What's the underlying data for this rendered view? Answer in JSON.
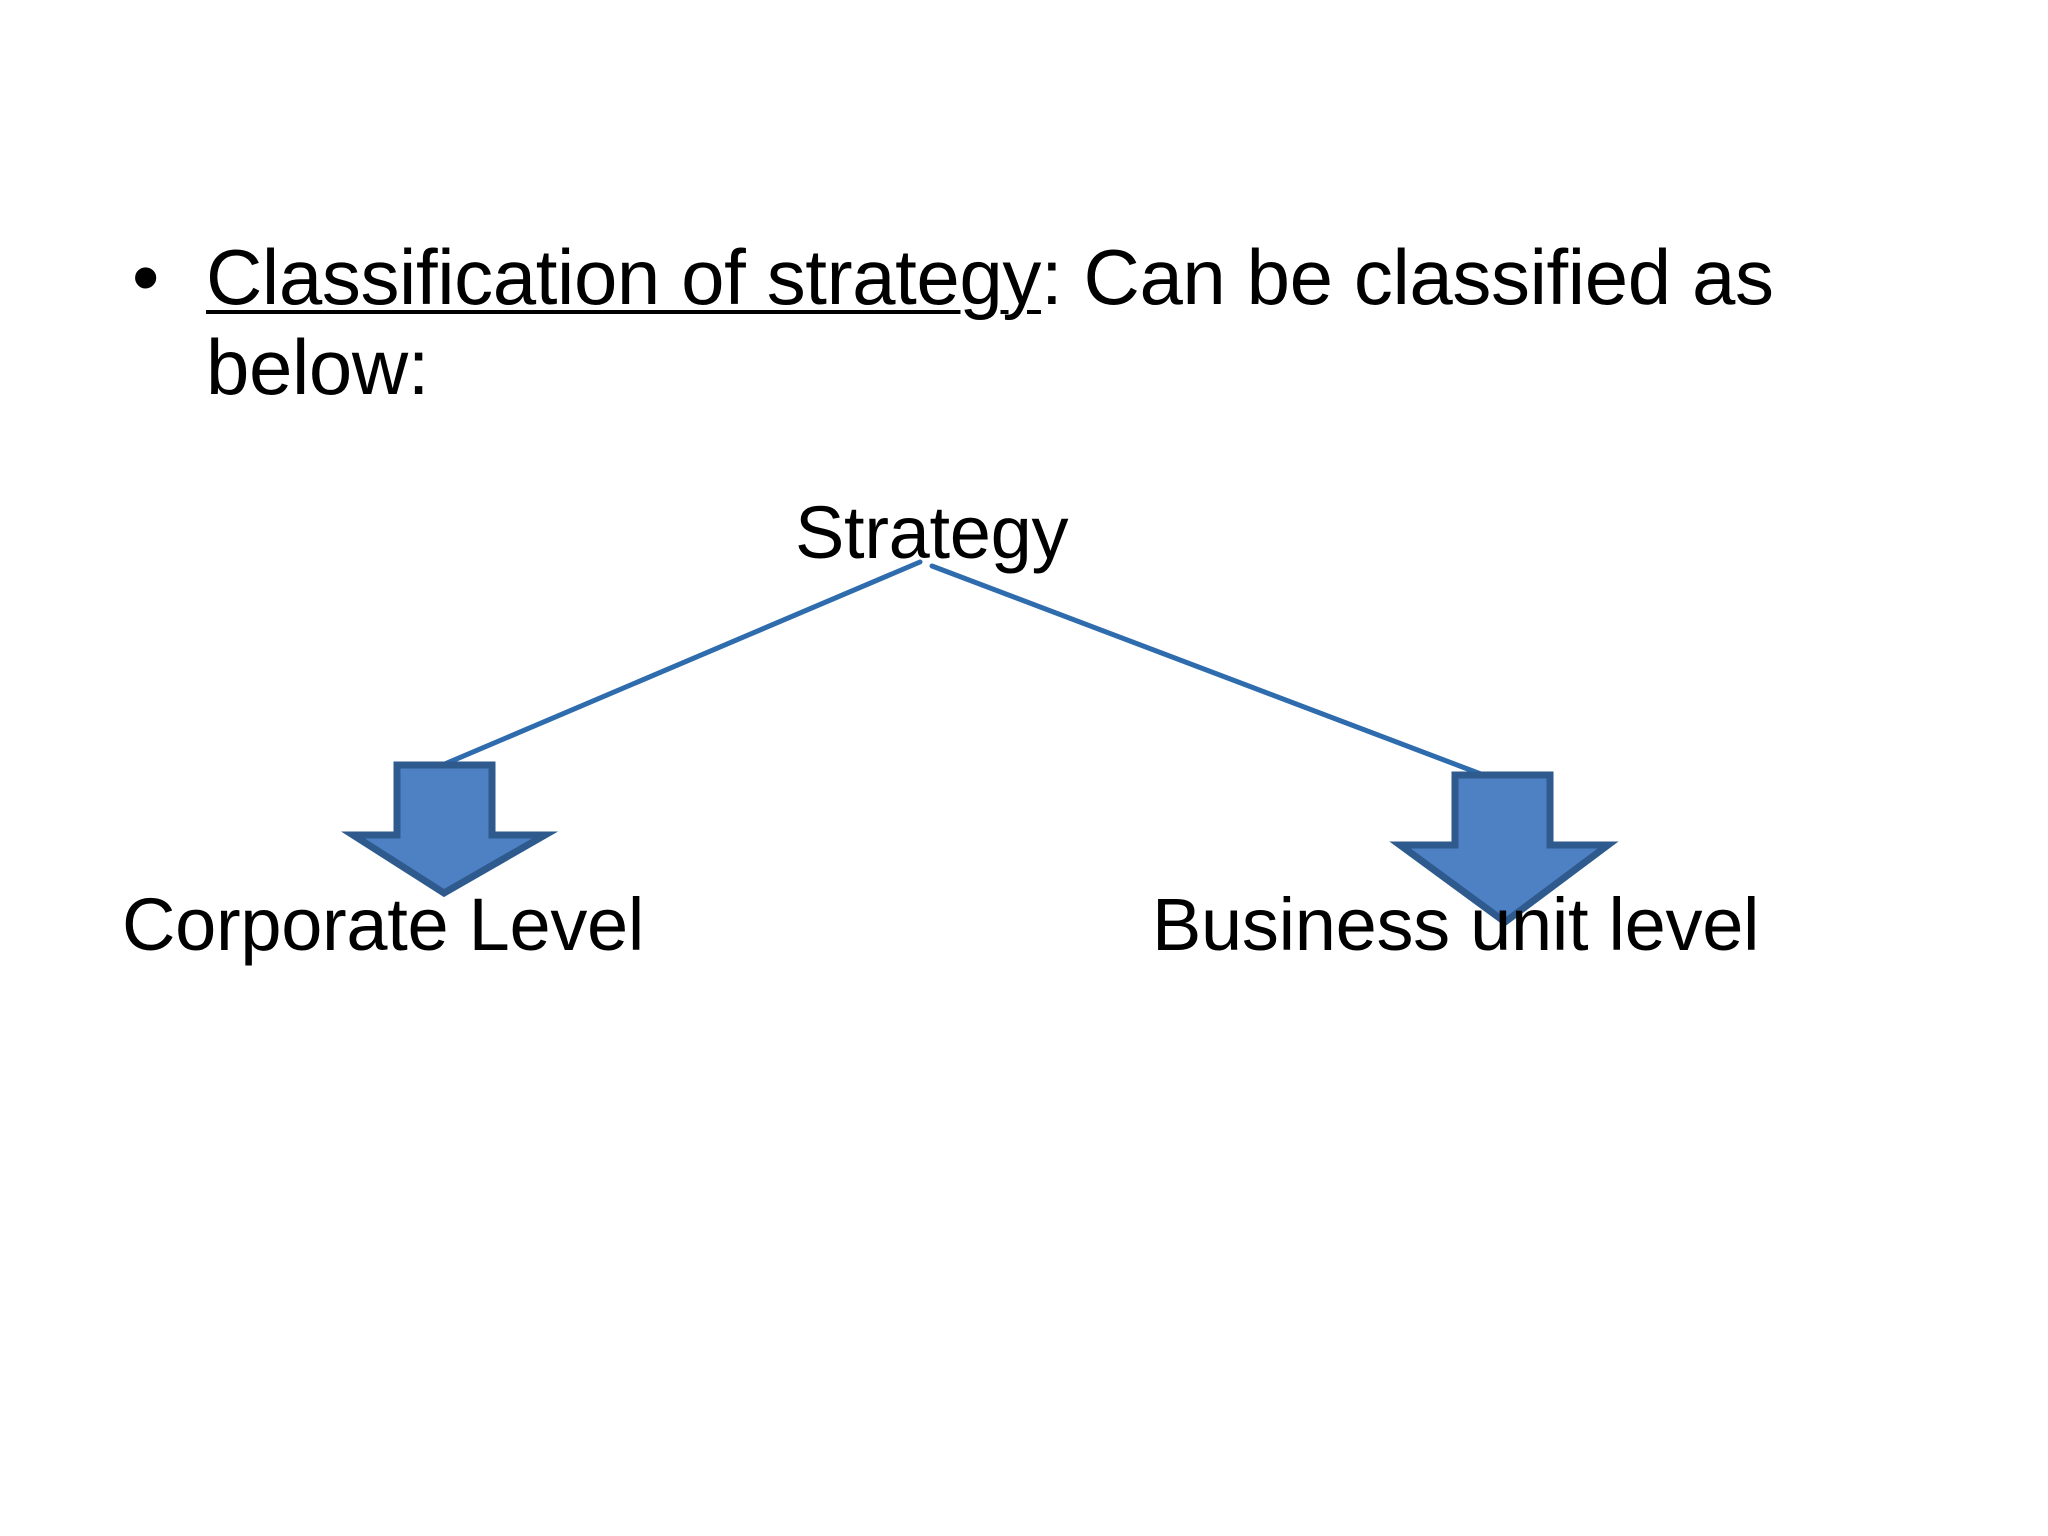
{
  "slide": {
    "background_color": "#FFFFFF",
    "text_color": "#000000"
  },
  "bullet": {
    "marker": "•",
    "underlined_part": "Classification of strategy",
    "rest": ": Can be classified as below:",
    "full_text": "Classification of strategy: Can be classified as below:"
  },
  "diagram": {
    "type": "tree",
    "root_label": "Strategy",
    "children": [
      {
        "label": "Corporate Level"
      },
      {
        "label": "Business unit level"
      }
    ],
    "connector_color": "#2E6CAD",
    "arrow_fill_color": "#4E80C4",
    "arrow_border_color": "#2E5A8E",
    "arrow_count": 2,
    "arrow_direction": "down"
  }
}
